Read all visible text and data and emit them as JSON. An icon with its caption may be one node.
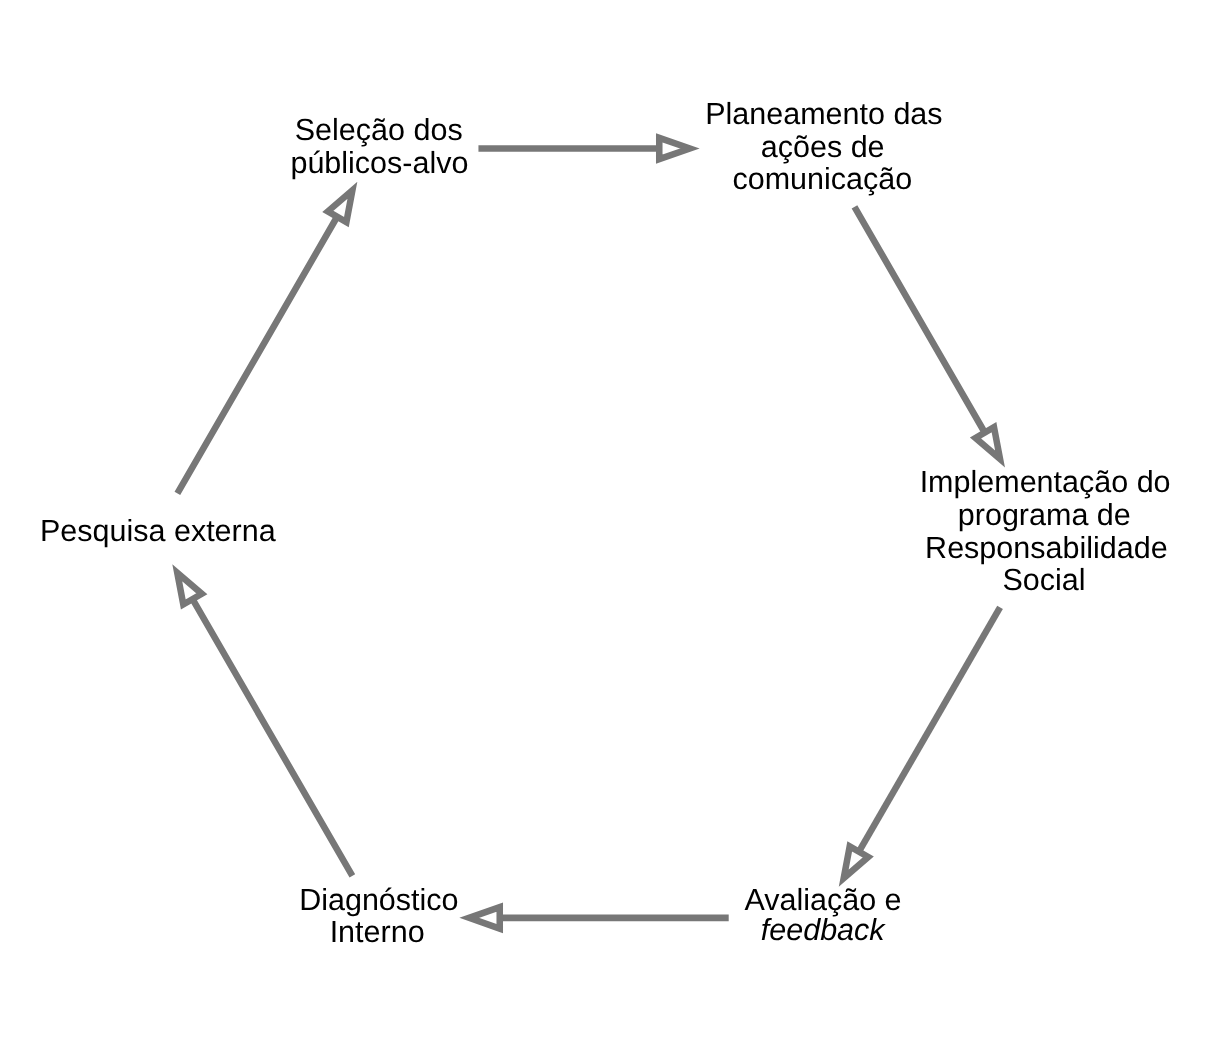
{
  "diagram": {
    "nodes": [
      {
        "text": [
          "Avaliação e *feedback*"
        ]
      },
      {
        "text": [
          "Diagnóstico Interno"
        ]
      },
      {
        "text": [
          "Implementação do programa de Responsabilidade Social"
        ]
      },
      {
        "text": [
          "Pesquisa externa"
        ]
      },
      {
        "text": [
          "Planeamento das ações de comunicação"
        ]
      },
      {
        "text": [
          "Seleção dos públicos-alvo"
        ]
      }
    ],
    "edges": [
      {
        "from": 0,
        "to": 1,
        "arrow": "to"
      },
      {
        "from": 1,
        "to": 3,
        "arrow": "to"
      },
      {
        "from": 3,
        "to": 5,
        "arrow": "to"
      },
      {
        "from": 5,
        "to": 4,
        "arrow": "to"
      },
      {
        "from": 4,
        "to": 2,
        "arrow": "to"
      },
      {
        "from": 2,
        "to": 0,
        "arrow": "to"
      }
    ]
  }
}
